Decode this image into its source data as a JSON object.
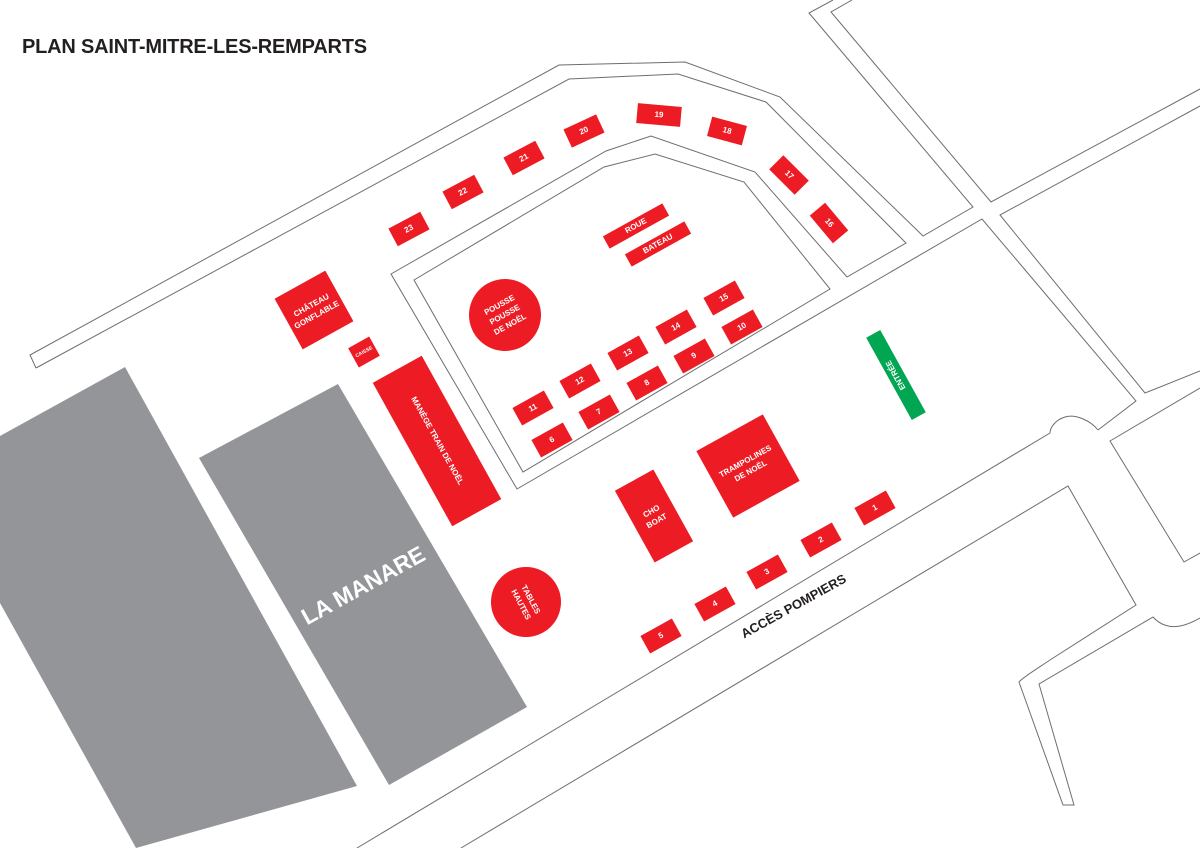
{
  "title": "PLAN SAINT-MITRE-LES-REMPARTS",
  "colors": {
    "stall": "#ED1C24",
    "building": "#939598",
    "entrance": "#00A651",
    "road_line": "#6d6e71"
  },
  "venue_label": "LA MANARE",
  "access_label": "ACCÈS POMPIERS",
  "entrance_label": "ENTRÉE",
  "stalls": [
    "1",
    "2",
    "3",
    "4",
    "5",
    "6",
    "7",
    "8",
    "9",
    "10",
    "11",
    "12",
    "13",
    "14",
    "15",
    "16",
    "17",
    "18",
    "19",
    "20",
    "21",
    "22",
    "23"
  ],
  "attractions": {
    "chateau": [
      "CHÂTEAU",
      "GONFLABLE"
    ],
    "caisse": "CAISSE",
    "manege": "MANÈGE TRAIN DE NOËL",
    "pousse": [
      "POUSSE",
      "POUSSE",
      "DE NOËL"
    ],
    "roue": "ROUE",
    "bateau": "BATEAU",
    "cho_boat": [
      "CHO",
      "BOAT"
    ],
    "trampolines": [
      "TRAMPOLINES",
      "DE NOËL"
    ],
    "tables": [
      "TABLES",
      "HAUTES"
    ]
  }
}
